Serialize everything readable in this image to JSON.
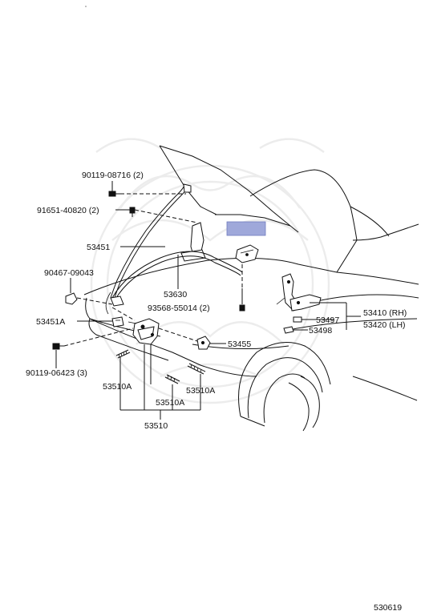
{
  "diagram": {
    "id_code": "530619",
    "highlight_color": "#9fa8da",
    "parts": {
      "p90119_08716": "90119-08716 (2)",
      "p91651_40820": "91651-40820 (2)",
      "p53451": "53451",
      "p90467_09043": "90467-09043",
      "p53630": "53630",
      "p93568_55014": "93568-55014 (2)",
      "p53451A": "53451A",
      "p90119_06423": "90119-06423 (3)",
      "p53455": "53455",
      "p53510A_left": "53510A",
      "p53510A_mid": "53510A",
      "p53510A_right": "53510A",
      "p53510": "53510",
      "p53410": "53410 (RH)",
      "p53420": "53420 (LH)",
      "p53497": "53497",
      "p53498": "53498"
    }
  }
}
